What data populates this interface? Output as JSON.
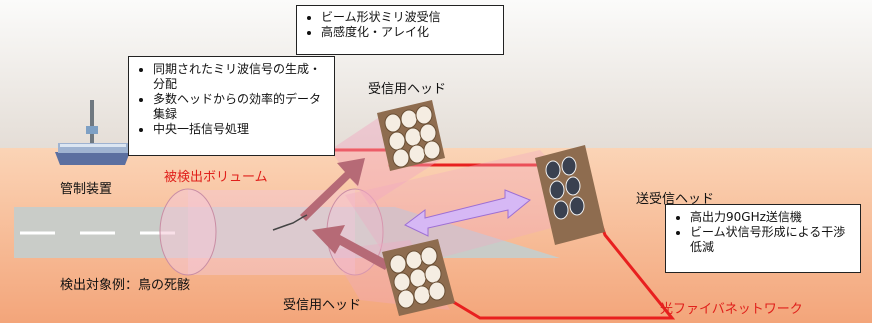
{
  "callouts": {
    "beam": [
      "ビーム形状ミリ波受信",
      "高感度化・アレイ化"
    ],
    "sync": [
      "同期されたミリ波信号の生成・分配",
      "多数ヘッドからの効率的データ集録",
      "中央一括信号処理"
    ],
    "tx": [
      "高出力90GHz送信機",
      "ビーム状信号形成による干渉低減"
    ]
  },
  "labels": {
    "receive_head_top": "受信用ヘッド",
    "receive_head_bottom": "受信用ヘッド",
    "control_facility": "管制装置",
    "detection_volume": "被検出ボリューム",
    "transceive_head": "送受信ヘッド",
    "detection_example": "検出対象例：鳥の死骸",
    "fiber_network": "光ファイバネットワーク"
  },
  "colors": {
    "sky_top": "#f3f1ef",
    "ground": "#f6b98f",
    "runway": "#c9ccc8",
    "fiber": "#e8201f",
    "beam": "#f2a8c2",
    "arrow": "#b66a76",
    "arrow_double": "#c38ff0"
  }
}
